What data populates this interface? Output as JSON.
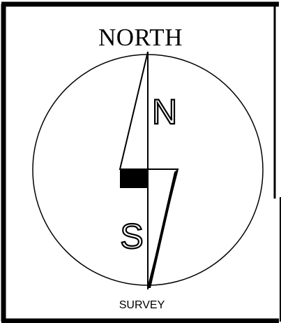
{
  "diagram": {
    "title": "NORTH",
    "north_letter": "N",
    "south_letter": "S",
    "caption": "SURVEY"
  },
  "colors": {
    "ink": "#000000",
    "paper": "#ffffff"
  },
  "icons": {
    "arrow": "north-arrow-icon"
  }
}
